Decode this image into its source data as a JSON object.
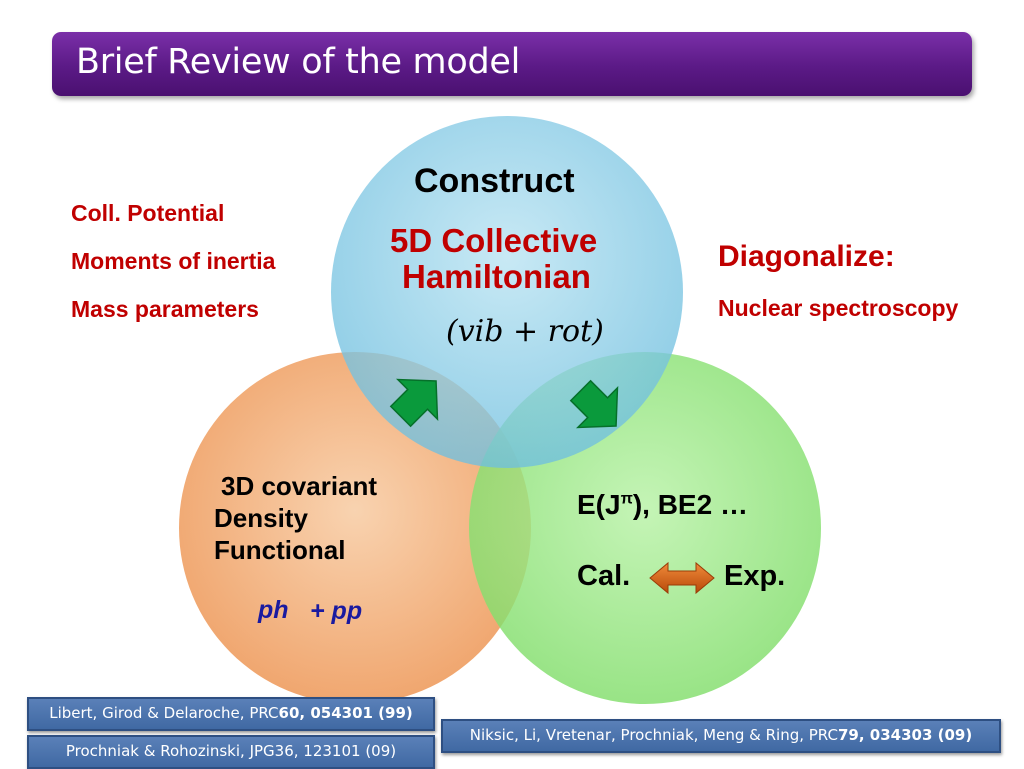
{
  "title": "Brief Review of the model",
  "top_circle": {
    "heading": "Construct",
    "line1": "5D Collective",
    "line2": "Hamiltonian",
    "sub": "(vib + rot)"
  },
  "left_list": [
    "Coll. Potential",
    "Moments of inertia",
    "Mass parameters"
  ],
  "right_text": {
    "heading": "Diagonalize:",
    "sub": "Nuclear spectroscopy"
  },
  "left_circle": {
    "line1": "3D covariant",
    "line2": "Density",
    "line3": "Functional",
    "sub_a": "ph",
    "sub_b": "+ pp"
  },
  "right_circle": {
    "line1_a": "E(J",
    "line1_sup": "π",
    "line1_b": "), BE2 …",
    "cal": "Cal.",
    "exp": "Exp."
  },
  "refs": [
    {
      "text": "Libert, Girod & Delaroche, PRC",
      "bold": "60, 054301 (99)"
    },
    {
      "text": "Prochniak & Rohozinski, JPG36, 123101 (09)",
      "bold": ""
    },
    {
      "text": "Niksic, Li, Vretenar, Prochniak, Meng & Ring, PRC",
      "bold": "79, 034303 (09)"
    }
  ],
  "colors": {
    "title_bar": "#5b1a86",
    "top_circle": "#7ec8e3",
    "left_circle": "#f0a56a",
    "right_circle": "#8ce27a",
    "arrow_green": "#0a9a3c",
    "double_arrow": "#d9641c",
    "red_text": "#c00000",
    "blue_text": "#1a1aa0",
    "ref_box": "#4f77b0"
  },
  "icons": [
    "green-arrow-icon",
    "green-arrow-icon",
    "double-arrow-icon"
  ]
}
